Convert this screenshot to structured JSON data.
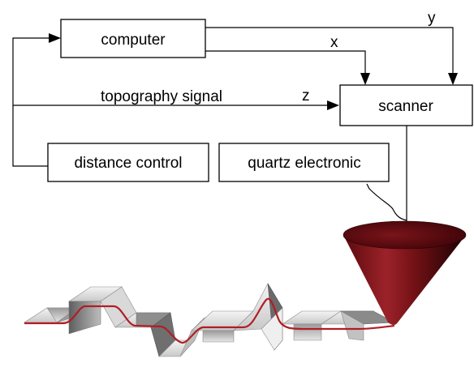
{
  "boxes": {
    "computer": "computer",
    "scanner": "scanner",
    "distance_control": "distance control",
    "quartz_electronic": "quartz electronic"
  },
  "signals": {
    "x": "x",
    "y": "y",
    "z": "z",
    "topography": "topography signal"
  },
  "colors": {
    "tip_dark": "#4a0508",
    "tip_mid": "#8c1d22",
    "tip_light": "#b8323a",
    "trace": "#b01e24",
    "surface_light": "#e8e8e8",
    "surface_dark": "#7a7a7a"
  }
}
